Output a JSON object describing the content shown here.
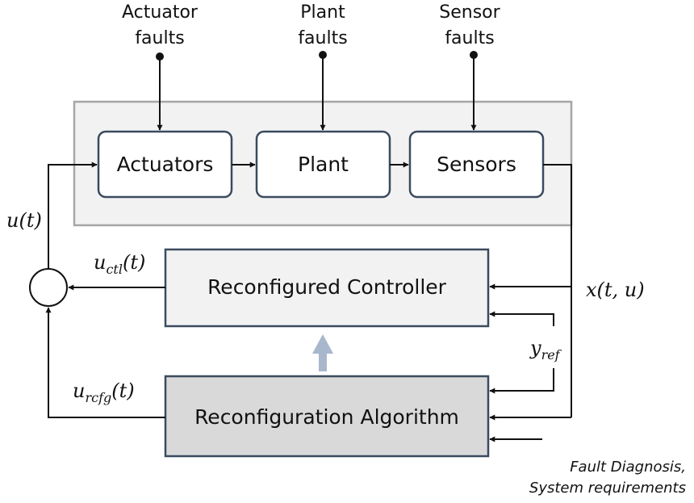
{
  "fault_labels": {
    "actuator": [
      "Actuator",
      "faults"
    ],
    "plant": [
      "Plant",
      "faults"
    ],
    "sensor": [
      "Sensor",
      "faults"
    ]
  },
  "blocks": {
    "actuators": "Actuators",
    "plant": "Plant",
    "sensors": "Sensors",
    "controller": "Reconfigured Controller",
    "algorithm": "Reconfiguration Algorithm"
  },
  "signals": {
    "u": "u(t)",
    "u_ctl_base": "u",
    "u_ctl_sub": "ctl",
    "u_ctl_arg": "(t)",
    "u_rcfg_base": "u",
    "u_rcfg_sub": "rcfg",
    "u_rcfg_arg": "(t)",
    "x": "x(t, u)",
    "y_ref_base": "y",
    "y_ref_sub": "ref"
  },
  "inputs_note": [
    "Fault Diagnosis,",
    "System requirements"
  ],
  "colors": {
    "line": "#111111",
    "block_stroke": "#3b4a5e",
    "block_fill": "#ffffff",
    "controller_fill": "#f2f2f2",
    "algorithm_fill": "#d9d9d9",
    "group_fill": "#f2f2f2",
    "group_stroke": "#a6a6a6",
    "up_arrow": "#a9b7cc"
  }
}
